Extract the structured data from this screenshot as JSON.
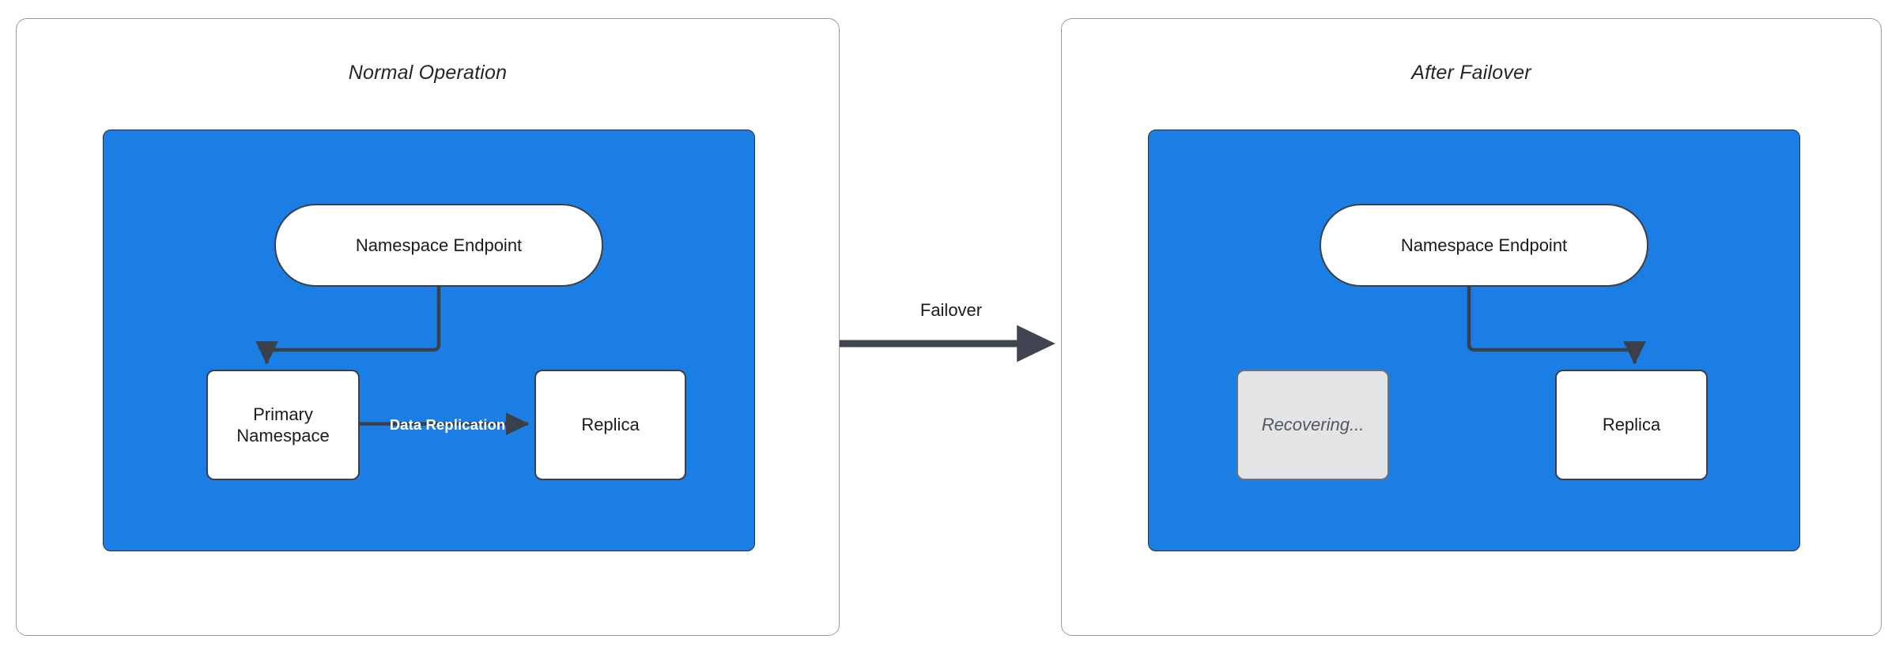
{
  "diagram": {
    "title_left": "Normal Operation",
    "title_right": "After Failover",
    "transition_label": "Failover",
    "colors": {
      "zone_fill": "#1a7ee5",
      "node_fill": "#ffffff",
      "node_stroke": "#3b3f47",
      "recovering_fill": "#e2e4e6",
      "edge": "#3b3f47",
      "panel_border": "#9a9a9a",
      "replication_label": "#ffffff"
    },
    "panels": [
      {
        "id": "normal-operation",
        "title": "Normal Operation",
        "nodes": [
          {
            "id": "endpoint-left",
            "label": "Namespace Endpoint",
            "shape": "pill",
            "state": "active"
          },
          {
            "id": "primary",
            "label": "Primary Namespace",
            "shape": "box",
            "state": "active"
          },
          {
            "id": "replica-left",
            "label": "Replica",
            "shape": "box",
            "state": "active"
          }
        ],
        "edges": [
          {
            "from": "endpoint-left",
            "to": "primary",
            "label": ""
          },
          {
            "from": "primary",
            "to": "replica-left",
            "label": "Data Replication"
          }
        ]
      },
      {
        "id": "after-failover",
        "title": "After Failover",
        "nodes": [
          {
            "id": "endpoint-right",
            "label": "Namespace Endpoint",
            "shape": "pill",
            "state": "active"
          },
          {
            "id": "recovering",
            "label": "Recovering...",
            "shape": "box",
            "state": "recovering"
          },
          {
            "id": "replica-right",
            "label": "Replica",
            "shape": "box",
            "state": "active"
          }
        ],
        "edges": [
          {
            "from": "endpoint-right",
            "to": "replica-right",
            "label": ""
          }
        ]
      }
    ],
    "labels": {
      "namespace_endpoint": "Namespace Endpoint",
      "primary_namespace": "Primary Namespace",
      "replica": "Replica",
      "recovering": "Recovering...",
      "data_replication": "Data Replication"
    }
  }
}
